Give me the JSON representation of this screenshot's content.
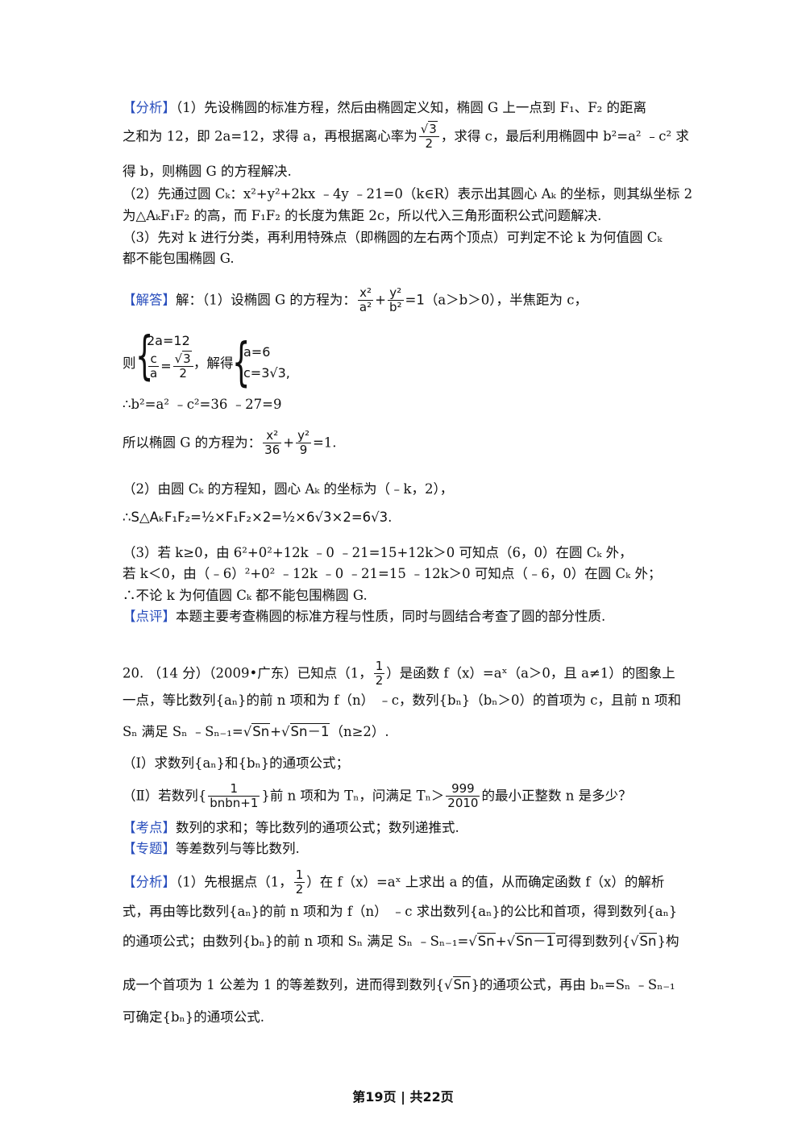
{
  "analysis1": {
    "tag": "【分析】",
    "l1": "（1）先设椭圆的标准方程，然后由椭圆定义知，椭圆 G 上一点到 F₁、F₂ 的距离",
    "l2a": "之和为 12，即 2a=12，求得 a，再根据离心率为",
    "l2b": "，求得 c，最后利用椭圆中 b²=a² ﹣c² 求",
    "l3": "得 b，则椭圆 G 的方程解决.",
    "l4": "（2）先通过圆 Cₖ：x²+y²+2kx ﹣4y ﹣21=0（k∈R）表示出其圆心 Aₖ 的坐标，则其纵坐标 2",
    "l5": "为△AₖF₁F₂ 的高，而 F₁F₂ 的长度为焦距 2c，所以代入三角形面积公式问题解决.",
    "l6": "（3）先对 k 进行分类，再利用特殊点（即椭圆的左右两个顶点）可判定不论 k 为何值圆 Cₖ",
    "l7": "都不能包围椭圆 G."
  },
  "solution1": {
    "tag": "【解答】",
    "l1a": "解：（1）设椭圆 G 的方程为：",
    "l1b": "（a＞b＞0），半焦距为 c，",
    "ze": "则",
    "sys1a": "2a=12",
    "jiede": "，解得",
    "sys2a": "a=6",
    "sys2b": "c=3√3,",
    "l3": "∴b²=a² ﹣c²=36 ﹣27=9",
    "l4a": "所以椭圆 G 的方程为：",
    "l4b": "=1.",
    "l5": "（2）由圆 Cₖ 的方程知，圆心 Aₖ 的坐标为（﹣k，2），",
    "l6": "∴S△AₖF₁F₂=½×F₁F₂×2=½×6√3×2=6√3.",
    "l7": "（3）若 k≥0，由 6²+0²+12k ﹣0 ﹣21=15+12k＞0 可知点（6，0）在圆 Cₖ 外，",
    "l8": "若 k＜0，由（﹣6）²+0² ﹣12k ﹣0 ﹣21=15 ﹣12k＞0 可知点（﹣6，0）在圆 Cₖ 外；",
    "l9": "∴不论 k 为何值圆 Cₖ 都不能包围椭圆 G."
  },
  "comment1": {
    "tag": "【点评】",
    "text": "本题主要考查椭圆的标准方程与性质，同时与圆结合考查了圆的部分性质."
  },
  "q20": {
    "l1a": "20. （14 分）（2009•广东）已知点（1，",
    "l1b": "）是函数 f（x）=aˣ（a＞0，且 a≠1）的图象上",
    "l2": "一点，等比数列{aₙ}的前 n 项和为 f（n） ﹣c，数列{bₙ}（bₙ＞0）的首项为 c，且前 n 项和",
    "l3a": "Sₙ 满足 Sₙ ﹣Sₙ₋₁=",
    "l3b": "（n≥2）.",
    "p1": "（Ⅰ）求数列{aₙ}和{bₙ}的通项公式；",
    "p2a": "（Ⅱ）若数列{",
    "p2b": "}前 n 项和为 Tₙ，问满足 Tₙ＞",
    "p2c": "的最小正整数 n 是多少？",
    "kd_tag": "【考点】",
    "kd": "数列的求和；等比数列的通项公式；数列递推式.",
    "zt_tag": "【专题】",
    "zt": "等差数列与等比数列."
  },
  "analysis20": {
    "tag": "【分析】",
    "l1a": "（1）先根据点（1，",
    "l1b": "）在 f（x）=aˣ 上求出 a 的值，从而确定函数 f（x）的解析",
    "l2": "式，再由等比数列{aₙ}的前 n 项和为 f（n） ﹣c 求出数列{aₙ}的公比和首项，得到数列{aₙ}",
    "l3a": "的通项公式；由数列{bₙ}的前 n 项和 Sₙ 满足 Sₙ ﹣Sₙ₋₁=",
    "l3b": "可得到数列{",
    "l3c": "}构",
    "l4a": "成一个首项为 1 公差为 1 的等差数列，进而得到数列{",
    "l4b": "}的通项公式，再由 bₙ=Sₙ ﹣Sₙ₋₁",
    "l5": "可确定{bₙ}的通项公式."
  },
  "math": {
    "sqrt3": "3",
    "two": "2",
    "one": "1",
    "x2": "x²",
    "y2": "y²",
    "a2": "a²",
    "b2": "b²",
    "c": "c",
    "a": "a",
    "c_frac_rhs": "=",
    "num36": "36",
    "num9": "9",
    "plus": "+",
    "Sn": "Sn",
    "Sn1": "Sn－1",
    "bnbn1": "bnbn+1",
    "n999": "999",
    "n2010": "2010"
  },
  "footer": "第19页 | 共22页"
}
